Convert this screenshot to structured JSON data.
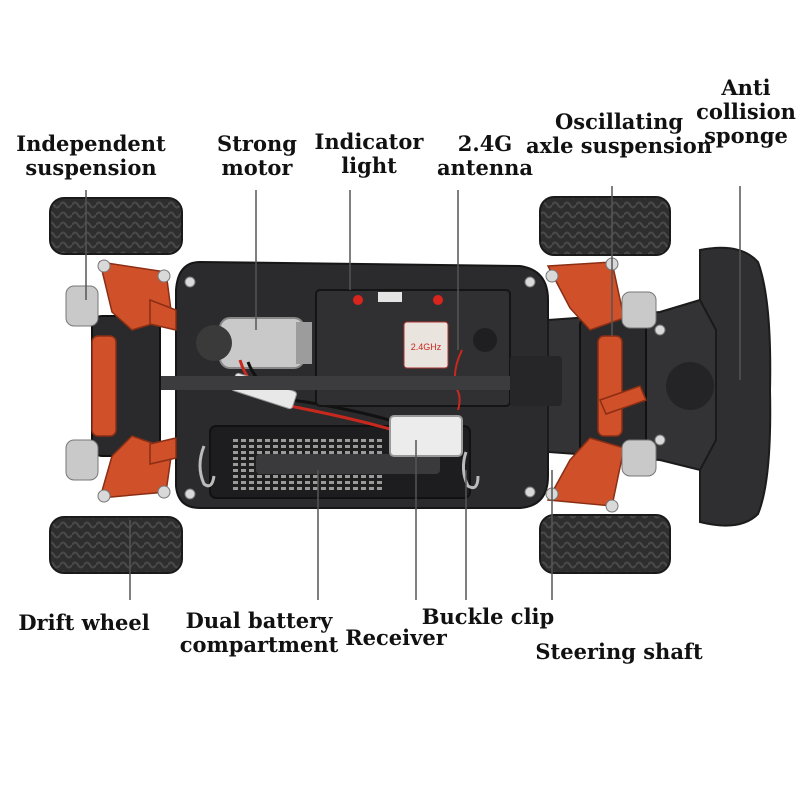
{
  "labels": {
    "independent_suspension": [
      "Independent",
      "suspension"
    ],
    "strong_motor": [
      "Strong",
      "motor"
    ],
    "indicator_light": [
      "Indicator",
      "light"
    ],
    "antenna": [
      "2.4G",
      "antenna"
    ],
    "oscillating_axle": [
      "Oscillating",
      "axle suspension"
    ],
    "anti_collision": [
      "Anti",
      "collision",
      "sponge"
    ],
    "drift_wheel": [
      "Drift wheel"
    ],
    "dual_battery": [
      "Dual battery",
      "compartment"
    ],
    "receiver": [
      "Receiver"
    ],
    "buckle_clip": [
      "Buckle clip"
    ],
    "steering_shaft": [
      "Steering shaft"
    ]
  },
  "receiver_sticker": "2.4GHz",
  "colors": {
    "chassis": "#2b2b2d",
    "suspension_arms": "#d0502a",
    "tire": "#2a2a2a",
    "sponge": "#2f2f31",
    "wire_red": "#c8281e",
    "leader_line": "#555555"
  }
}
